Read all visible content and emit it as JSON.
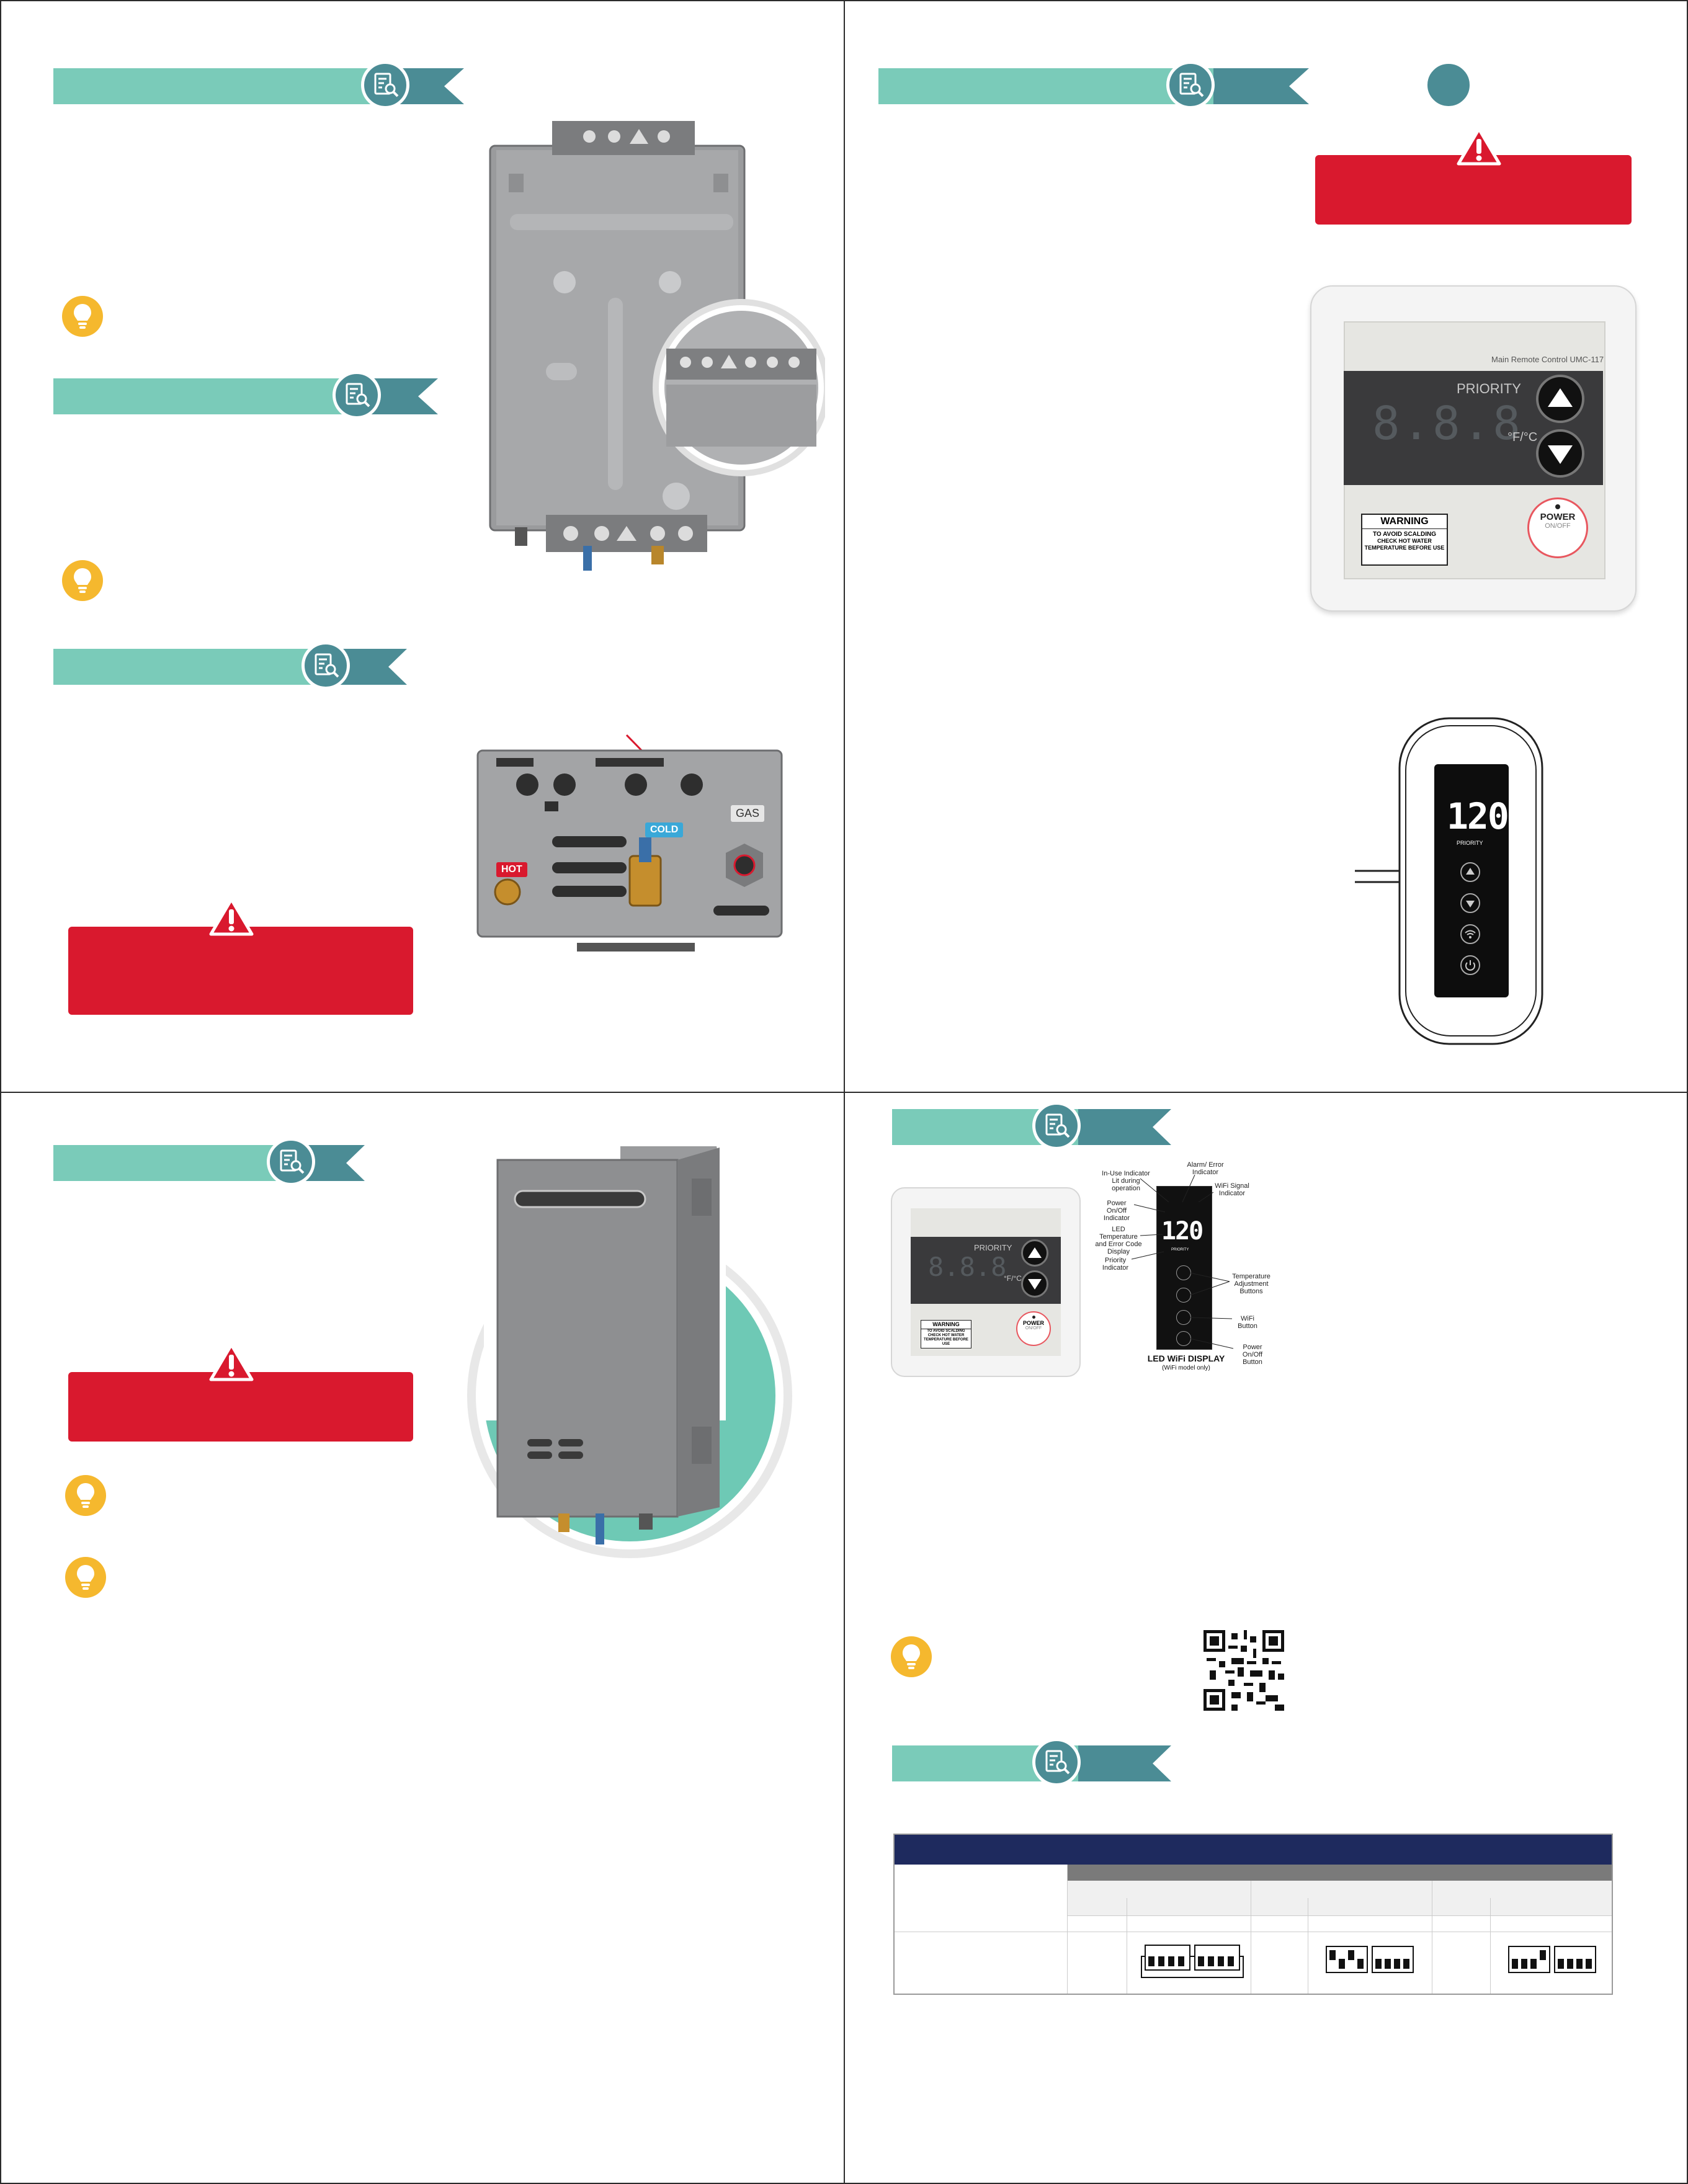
{
  "colors": {
    "banner_teal": "#7acbb9",
    "banner_dark": "#4b8c95",
    "warning_red": "#d9192e",
    "tip_yellow": "#f5b82e",
    "table_header_navy": "#1e2a5e",
    "table_subheader_gray": "#7a7a7a"
  },
  "icons": {
    "section_badge": "document-search-icon",
    "tip": "lightbulb-icon",
    "warning": "exclamation-triangle-icon"
  },
  "remote_control": {
    "model_label": "Main Remote Control UMC-117",
    "priority": "PRIORITY",
    "display_digits": "8.8.8",
    "unit": "°F/°C",
    "warning_title": "WARNING",
    "warning_line1": "TO AVOID SCALDING",
    "warning_line2": "CHECK HOT WATER",
    "warning_line3": "TEMPERATURE BEFORE USE",
    "power": "POWER",
    "power_sub": "ON/OFF"
  },
  "connections": {
    "gas": "GAS",
    "cold": "COLD",
    "hot": "HOT"
  },
  "led_display": {
    "temperature": "120",
    "priority": "PRIORITY",
    "caption_title": "LED WiFi DISPLAY",
    "caption_sub": "(WiFi model only)",
    "callouts": {
      "in_use": "In-Use Indicator Lit during operation",
      "alarm": "Alarm/ Error Indicator",
      "wifi_signal": "WiFi Signal Indicator",
      "power_indicator": "Power On/Off Indicator",
      "led_temp": "LED Temperature and Error Code Display",
      "priority_indicator": "Priority Indicator",
      "temp_buttons": "Temperature Adjustment Buttons",
      "wifi_button": "WiFi Button",
      "power_button": "Power On/Off Button"
    }
  }
}
